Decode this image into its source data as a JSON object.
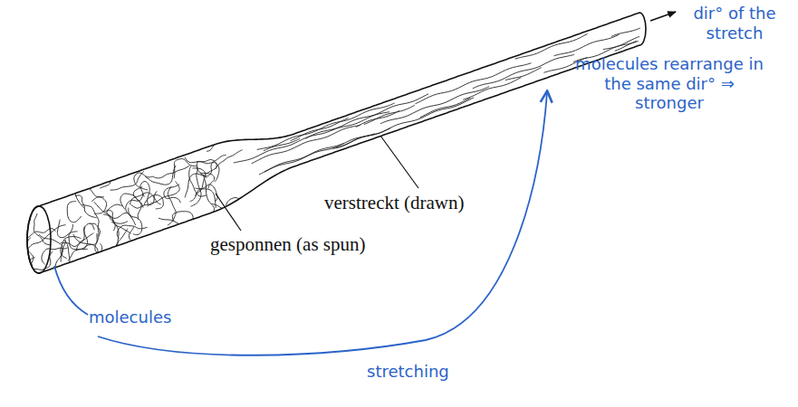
{
  "diagram": {
    "labels": [
      "dir° of the stretch",
      "molecules rearrange in the same dir° ⇒ stronger",
      "verstreckt (drawn)",
      "gesponnen (as spun)",
      "molecules",
      "stretching"
    ]
  }
}
